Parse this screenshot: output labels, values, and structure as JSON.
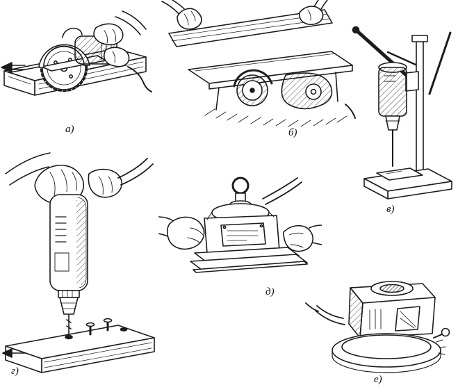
{
  "plate": {
    "background": "#ffffff",
    "ink": "#1c1c1c",
    "figures": [
      {
        "label": "а)",
        "icon": "circular-saw-illustration"
      },
      {
        "label": "б)",
        "icon": "bench-planer-illustration"
      },
      {
        "label": "в)",
        "icon": "drill-stand-illustration"
      },
      {
        "label": "г)",
        "icon": "electric-drill-illustration"
      },
      {
        "label": "д)",
        "icon": "orbital-sander-illustration"
      },
      {
        "label": "е)",
        "icon": "rotary-base-machine-illustration"
      }
    ]
  }
}
